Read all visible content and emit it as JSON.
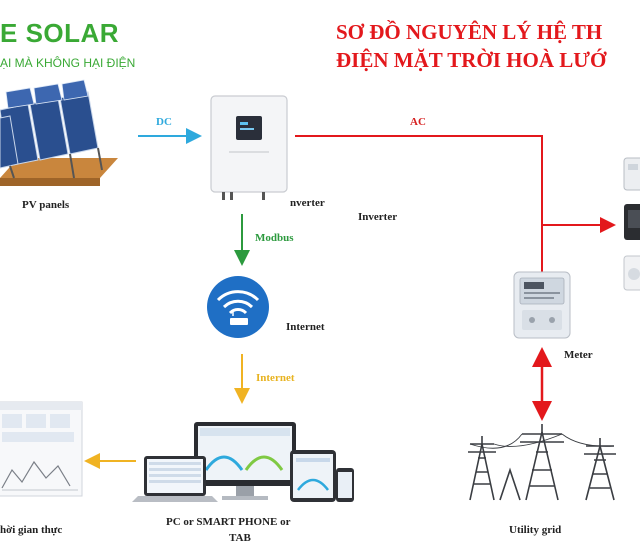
{
  "header": {
    "brand": "E SOLAR",
    "tagline": "ẠI MÀ KHÔNG HẠI ĐIỆN",
    "title_line1": "SƠ ĐỒ NGUYÊN LÝ HỆ TH",
    "title_line2": "ĐIỆN MẶT TRỜI HOÀ LƯỚ"
  },
  "labels": {
    "pv_panels": "PV panels",
    "dc": "DC",
    "ac": "AC",
    "inverter_a": "nverter",
    "inverter_b": "Inverter",
    "modbus": "Modbus",
    "internet": "Internet",
    "internet_link": "Internet",
    "meter": "Meter",
    "pc_line1": "PC or SMART PHONE or",
    "pc_line2": "TAB",
    "realtime": "hời gian thực",
    "utility_grid": "Utility grid"
  },
  "colors": {
    "dc_line": "#2ea9dd",
    "ac_line": "#e3181c",
    "modbus_line": "#2c9a3e",
    "internet_line": "#f0b323",
    "title": "#e3181c",
    "brand": "#3aa935"
  },
  "icons": [
    "solar-panel-icon",
    "inverter-icon",
    "wifi-router-icon",
    "devices-icon",
    "monitoring-screen-icon",
    "electric-meter-icon",
    "transmission-tower-icon",
    "appliance-icon"
  ]
}
